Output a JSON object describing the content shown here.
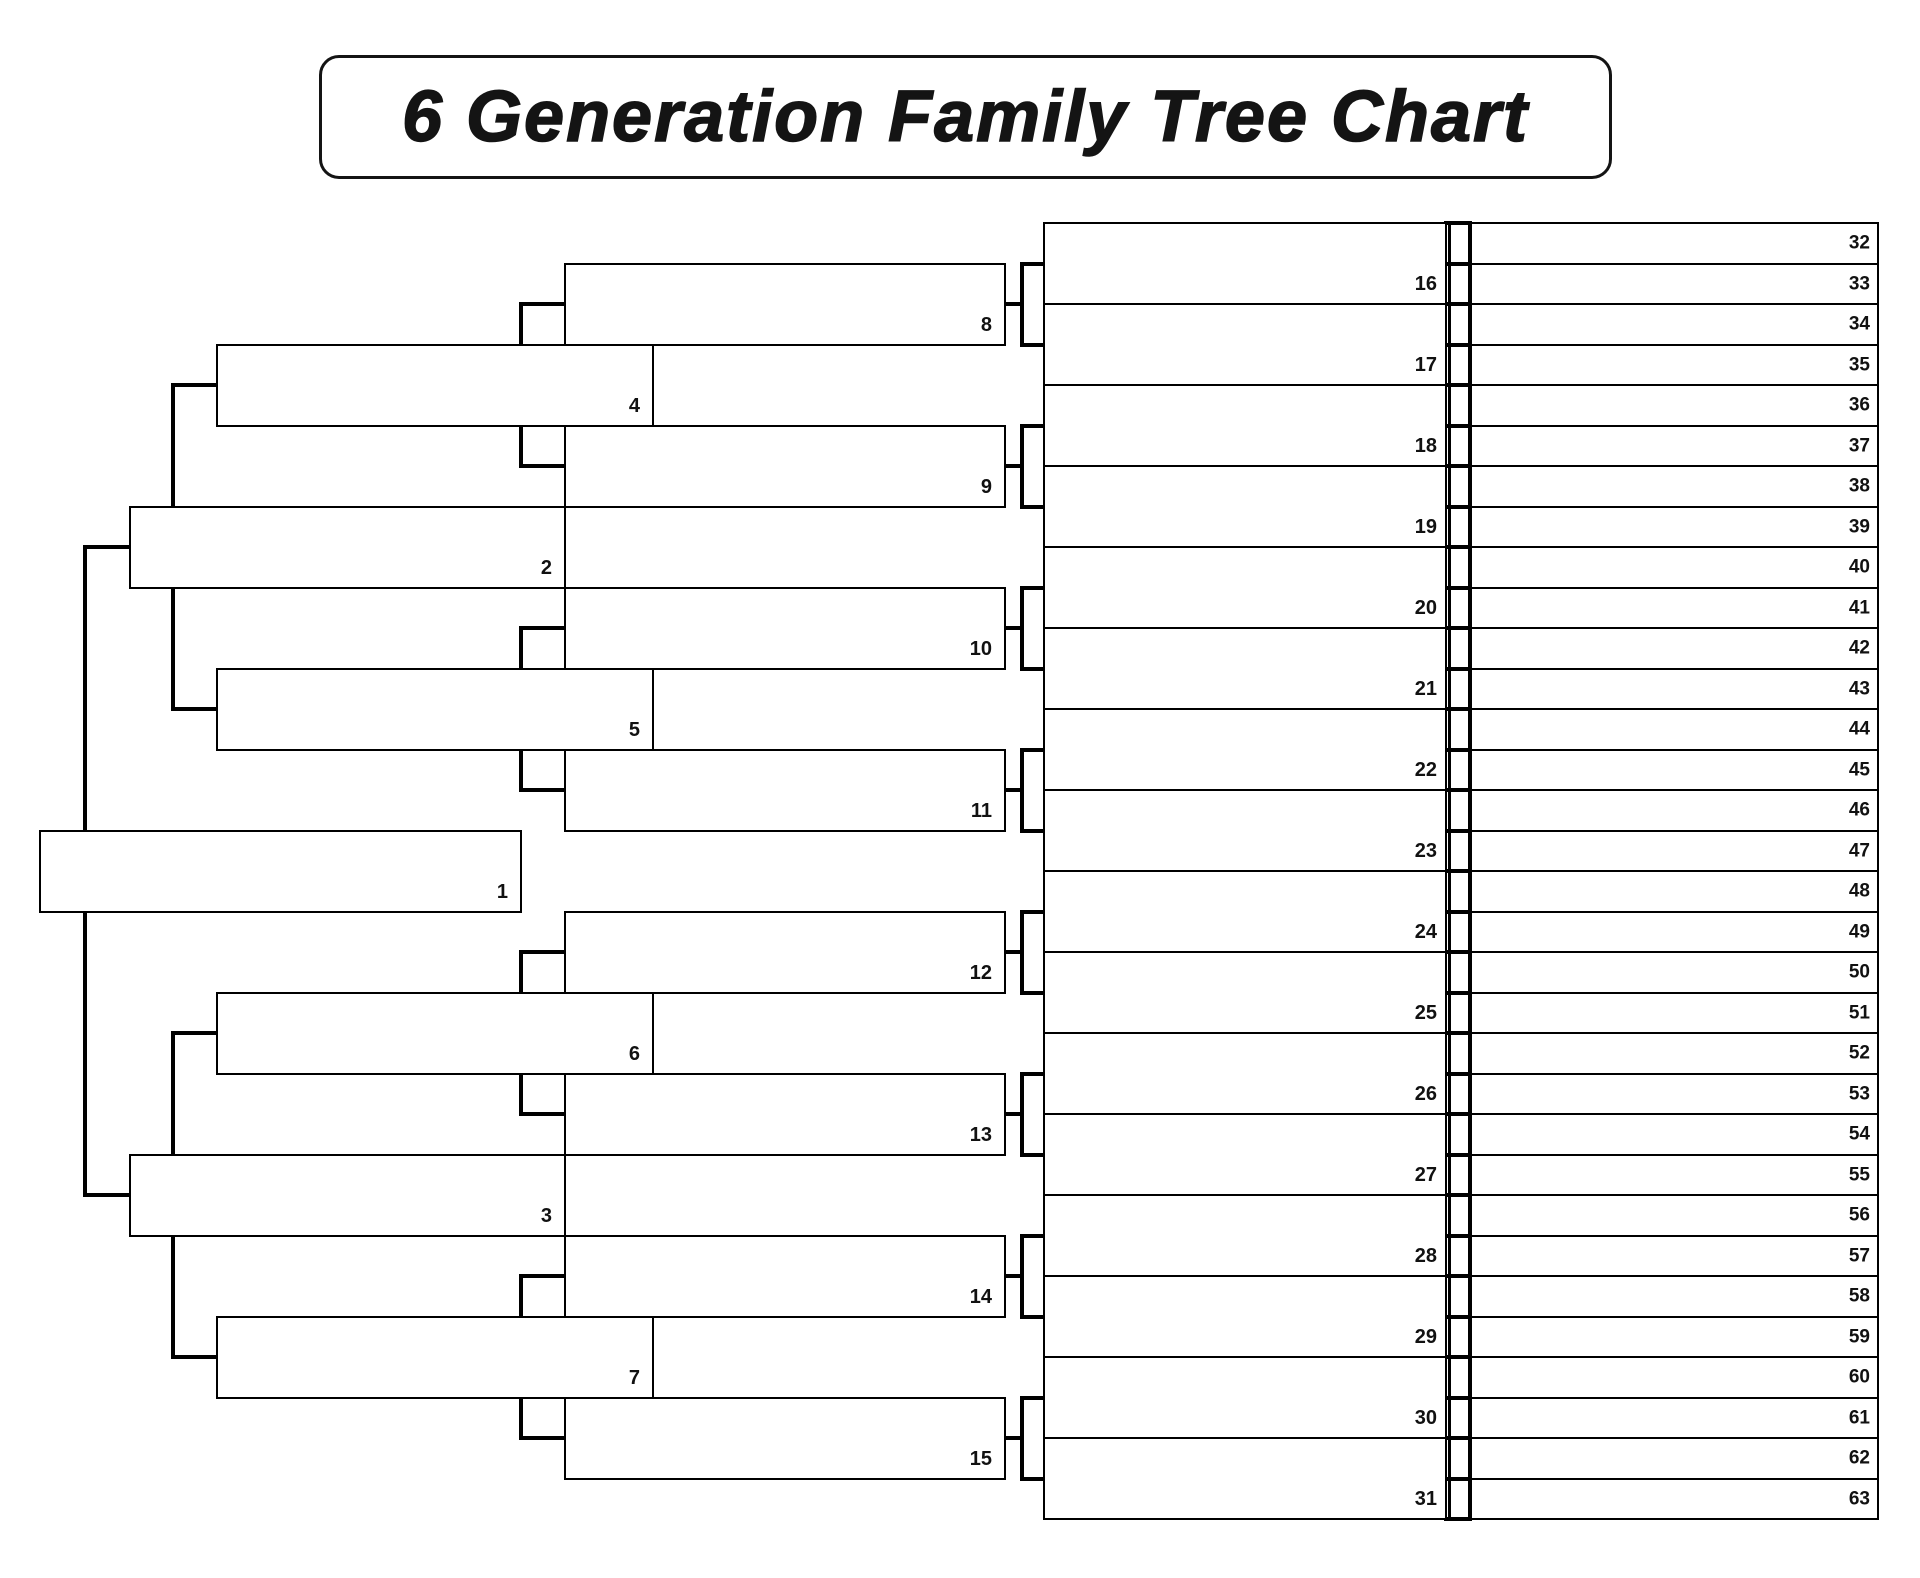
{
  "title": "6 Generation Family Tree Chart",
  "colors": {
    "line": "#000000",
    "background": "#ffffff",
    "text": "#111111"
  },
  "generations": [
    {
      "id": 1,
      "label": "generation-1",
      "numbers": [
        1
      ]
    },
    {
      "id": 2,
      "label": "generation-2",
      "numbers": [
        2,
        3
      ]
    },
    {
      "id": 3,
      "label": "generation-3",
      "numbers": [
        4,
        5,
        6,
        7
      ]
    },
    {
      "id": 4,
      "label": "generation-4",
      "numbers": [
        8,
        9,
        10,
        11,
        12,
        13,
        14,
        15
      ]
    },
    {
      "id": 5,
      "label": "generation-5",
      "numbers": [
        16,
        17,
        18,
        19,
        20,
        21,
        22,
        23,
        24,
        25,
        26,
        27,
        28,
        29,
        30,
        31
      ]
    },
    {
      "id": 6,
      "label": "generation-6",
      "numbers": [
        32,
        33,
        34,
        35,
        36,
        37,
        38,
        39,
        40,
        41,
        42,
        43,
        44,
        45,
        46,
        47,
        48,
        49,
        50,
        51,
        52,
        53,
        54,
        55,
        56,
        57,
        58,
        59,
        60,
        61,
        62,
        63
      ]
    }
  ]
}
